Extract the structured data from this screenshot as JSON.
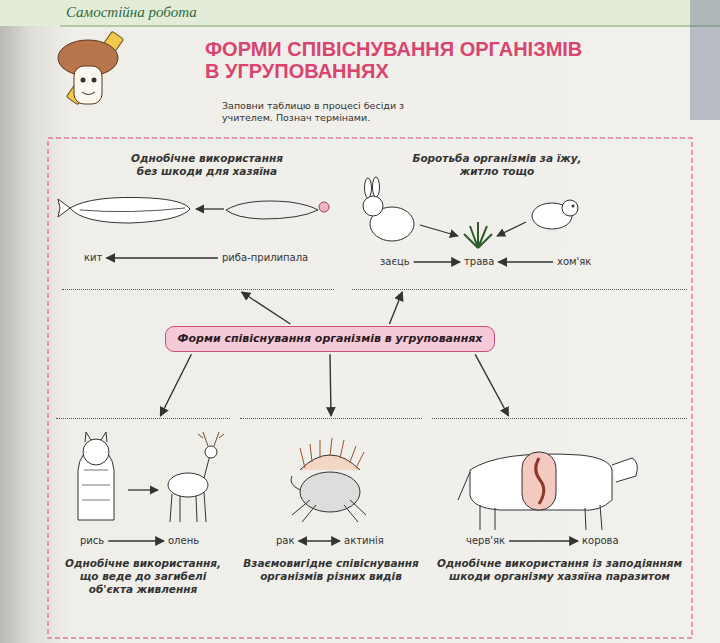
{
  "diagram": {
    "title": "ФОРМИ СПІВІСНУВАННЯ ОРГАНІЗМІВ В УГРУПОВАННЯХ",
    "nodes": [
      {
        "text": [
          "Однобічне використання без шкоди для хазяїна"
        ]
      },
      {
        "text": [
          "кит"
        ],
        "in": 0
      },
      {
        "text": [
          "риба-прилипала"
        ],
        "in": 0
      },
      {
        "text": [
          "Боротьба організмів за їжу, житло тощо"
        ]
      },
      {
        "text": [
          "заєць"
        ],
        "in": 3
      },
      {
        "text": [
          "трава"
        ],
        "in": 3
      },
      {
        "text": [
          "хом'як"
        ],
        "in": 3
      },
      {
        "text": [
          "Форми співіснування організмів в угрупованнях"
        ]
      },
      {
        "text": [
          "Однобічне використання, що веде до загибелі об'єкта живлення"
        ]
      },
      {
        "text": [
          "рись"
        ],
        "in": 8
      },
      {
        "text": [
          "олень"
        ],
        "in": 8
      },
      {
        "text": [
          "Взаємовигідне співіснування організмів різних видів"
        ]
      },
      {
        "text": [
          "рак"
        ],
        "in": 11
      },
      {
        "text": [
          "актинія"
        ],
        "in": 11
      },
      {
        "text": [
          "Однобічне використання із заподіянням шкоди організму хазяїна паразитом"
        ]
      },
      {
        "text": [
          "черв'як"
        ],
        "in": 14
      },
      {
        "text": [
          "корова"
        ],
        "in": 14
      }
    ],
    "edges": [
      {
        "from": 7,
        "to": 0,
        "arrow": "to"
      },
      {
        "from": 7,
        "to": 3,
        "arrow": "to"
      },
      {
        "from": 7,
        "to": 8,
        "arrow": "to"
      },
      {
        "from": 7,
        "to": 11,
        "arrow": "to"
      },
      {
        "from": 7,
        "to": 14,
        "arrow": "to"
      },
      {
        "from": 2,
        "to": 1,
        "arrow": "to"
      },
      {
        "from": 4,
        "to": 5,
        "arrow": "to"
      },
      {
        "from": 6,
        "to": 5,
        "arrow": "to"
      },
      {
        "from": 9,
        "to": 10,
        "arrow": "to"
      },
      {
        "from": 12,
        "to": 13,
        "arrow": "both"
      },
      {
        "from": 15,
        "to": 16,
        "arrow": "to"
      }
    ],
    "labels": [
      "Самостійна робота",
      "Заповни таблицю в процесі бесіди з учителем. Познач термінами."
    ]
  }
}
